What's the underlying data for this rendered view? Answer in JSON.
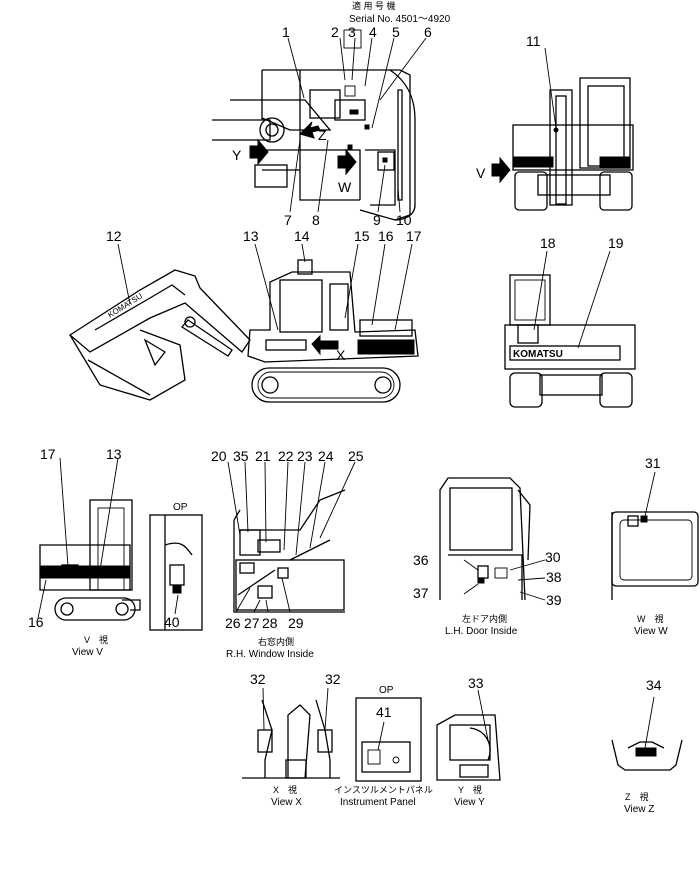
{
  "header": {
    "serial_jp": "適 用 号 機",
    "serial_label": "Serial No. 4501～4920"
  },
  "brand_text": "KOMATSU",
  "view_letters": {
    "v": "V",
    "w": "W",
    "x": "X",
    "y": "Y",
    "z": "Z"
  },
  "op_label": "OP",
  "views": {
    "view_v": {
      "jp": "V　視",
      "label": "View V"
    },
    "rh_window": {
      "jp": "右窓内側",
      "label": "R.H. Window Inside"
    },
    "lh_door": {
      "jp": "左ドア内側",
      "label": "L.H. Door Inside"
    },
    "view_w": {
      "jp": "W　視",
      "label": "View W"
    },
    "view_x": {
      "jp": "X　視",
      "label": "View X"
    },
    "instrument_panel": {
      "jp": "インスツルメントパネル",
      "label": "Instrument Panel"
    },
    "view_y": {
      "jp": "Y　視",
      "label": "View Y"
    },
    "view_z": {
      "jp": "Z　視",
      "label": "View Z"
    }
  },
  "callouts": [
    "1",
    "2",
    "3",
    "4",
    "5",
    "6",
    "7",
    "8",
    "9",
    "10",
    "11",
    "12",
    "13",
    "14",
    "15",
    "16",
    "17",
    "18",
    "19",
    "20",
    "21",
    "22",
    "23",
    "24",
    "25",
    "26",
    "27",
    "28",
    "29",
    "30",
    "31",
    "32",
    "33",
    "34",
    "35",
    "36",
    "37",
    "38",
    "39",
    "40",
    "41"
  ]
}
